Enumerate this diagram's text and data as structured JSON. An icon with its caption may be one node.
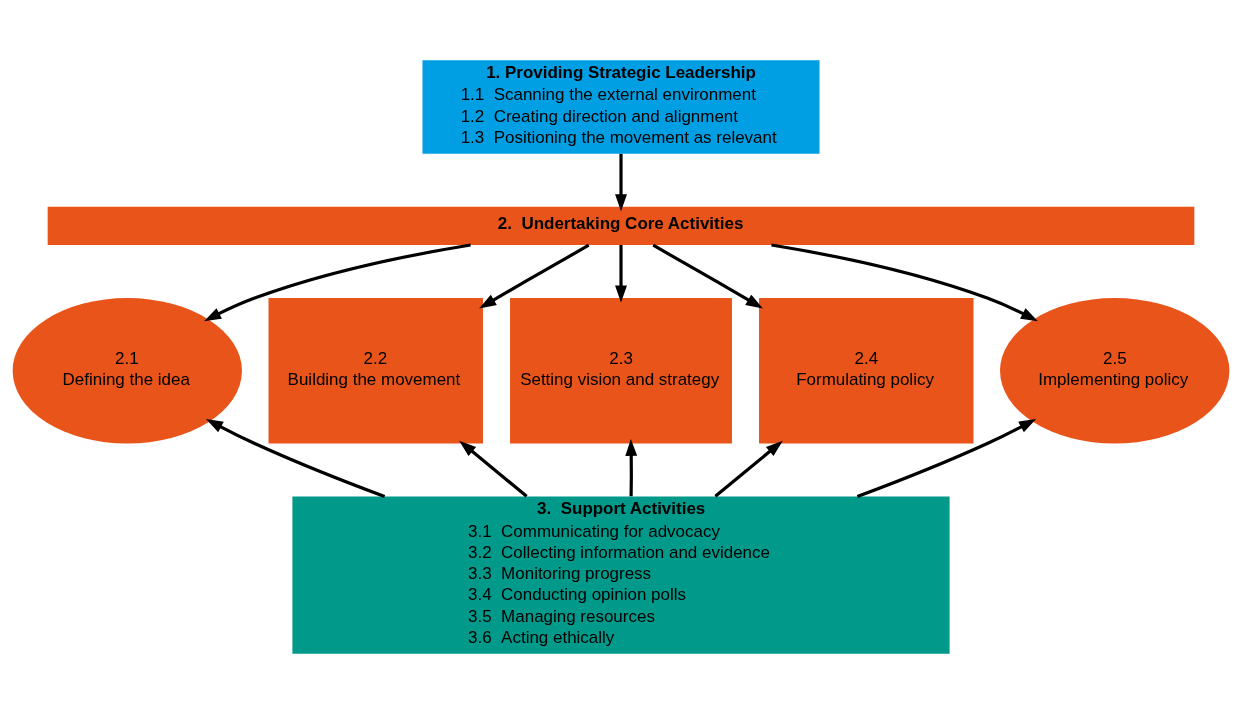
{
  "diagram": {
    "nodes": [
      {
        "text": [
          "1. Providing Strategic Leadership",
          "1.1  Scanning the external environment",
          "1.2  Creating direction and alignment",
          "1.3  Positioning the movement as relevant"
        ]
      },
      {
        "text": [
          "2.  Undertaking Core Activities"
        ]
      },
      {
        "text": [
          "2.1",
          "Defining the idea"
        ]
      },
      {
        "text": [
          "2.2",
          "Building the movement"
        ]
      },
      {
        "text": [
          "2.3",
          "Setting vision and strategy"
        ]
      },
      {
        "text": [
          "2.4",
          "Formulating policy"
        ]
      },
      {
        "text": [
          "2.5",
          "Implementing policy"
        ]
      },
      {
        "text": [
          "3.  Support Activities",
          "3.1  Communicating for advocacy",
          "3.2  Collecting information and evidence",
          "3.3  Monitoring progress",
          "3.4  Conducting opinion polls",
          "3.5  Managing resources",
          "3.6  Acting ethically"
        ]
      }
    ],
    "edges": [
      {
        "from": 0,
        "to": 1,
        "arrow": "to"
      },
      {
        "from": 1,
        "to": 2,
        "arrow": "to"
      },
      {
        "from": 1,
        "to": 3,
        "arrow": "to"
      },
      {
        "from": 1,
        "to": 4,
        "arrow": "to"
      },
      {
        "from": 1,
        "to": 5,
        "arrow": "to"
      },
      {
        "from": 1,
        "to": 6,
        "arrow": "to"
      },
      {
        "from": 7,
        "to": 2,
        "arrow": "to"
      },
      {
        "from": 7,
        "to": 3,
        "arrow": "to"
      },
      {
        "from": 7,
        "to": 4,
        "arrow": "to"
      },
      {
        "from": 7,
        "to": 5,
        "arrow": "to"
      },
      {
        "from": 7,
        "to": 6,
        "arrow": "to"
      }
    ]
  }
}
